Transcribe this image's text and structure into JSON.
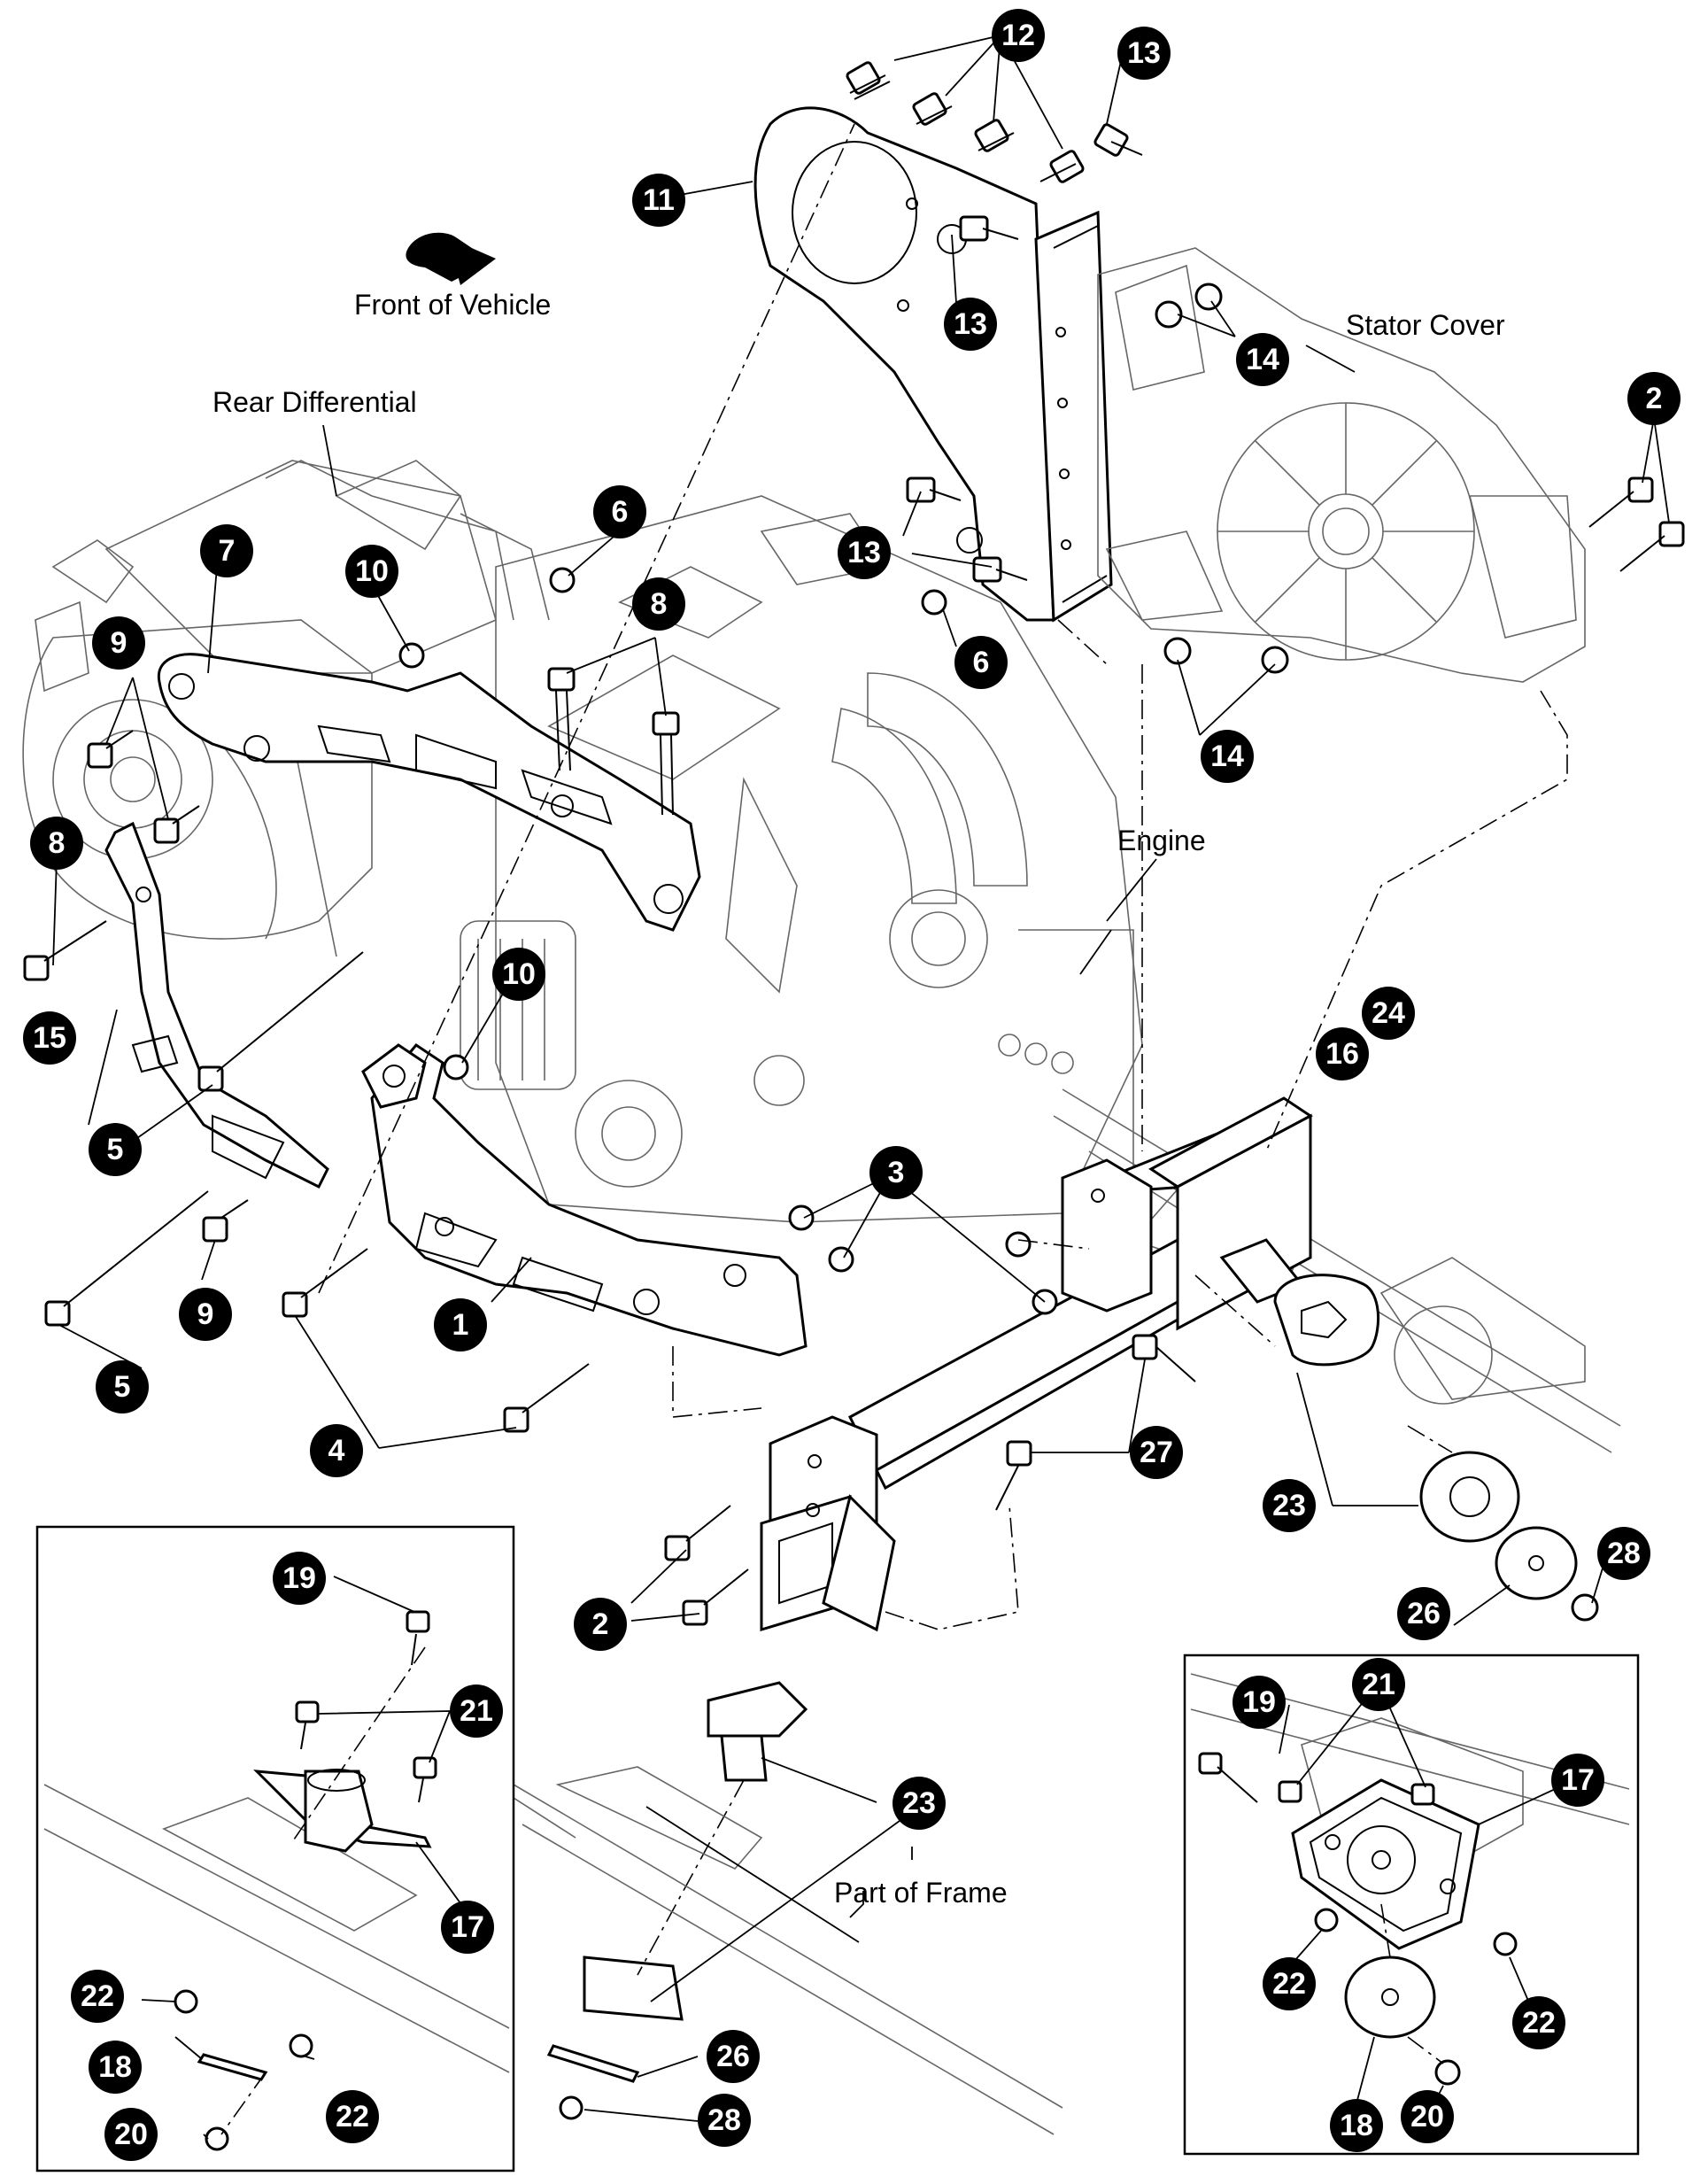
{
  "labels": {
    "front_of_vehicle": "Front of Vehicle",
    "rear_differential": "Rear Differential",
    "stator_cover": "Stator Cover",
    "engine": "Engine",
    "part_of_frame": "Part of Frame"
  },
  "callouts": {
    "c1": "1",
    "c2a": "2",
    "c2b": "2",
    "c3": "3",
    "c4": "4",
    "c5a": "5",
    "c5b": "5",
    "c6a": "6",
    "c6b": "6",
    "c7": "7",
    "c8a": "8",
    "c8b": "8",
    "c9a": "9",
    "c9b": "9",
    "c10a": "10",
    "c10b": "10",
    "c11": "11",
    "c12": "12",
    "c13a": "13",
    "c13b": "13",
    "c13c": "13",
    "c14a": "14",
    "c14b": "14",
    "c15": "15",
    "c16": "16",
    "c17a": "17",
    "c17b": "17",
    "c18a": "18",
    "c18b": "18",
    "c19a": "19",
    "c19b": "19",
    "c20a": "20",
    "c20b": "20",
    "c21a": "21",
    "c21b": "21",
    "c22a": "22",
    "c22b": "22",
    "c22c": "22",
    "c22d": "22",
    "c23a": "23",
    "c23b": "23",
    "c24": "24",
    "c26a": "26",
    "c26b": "26",
    "c27": "27",
    "c28a": "28",
    "c28b": "28"
  }
}
